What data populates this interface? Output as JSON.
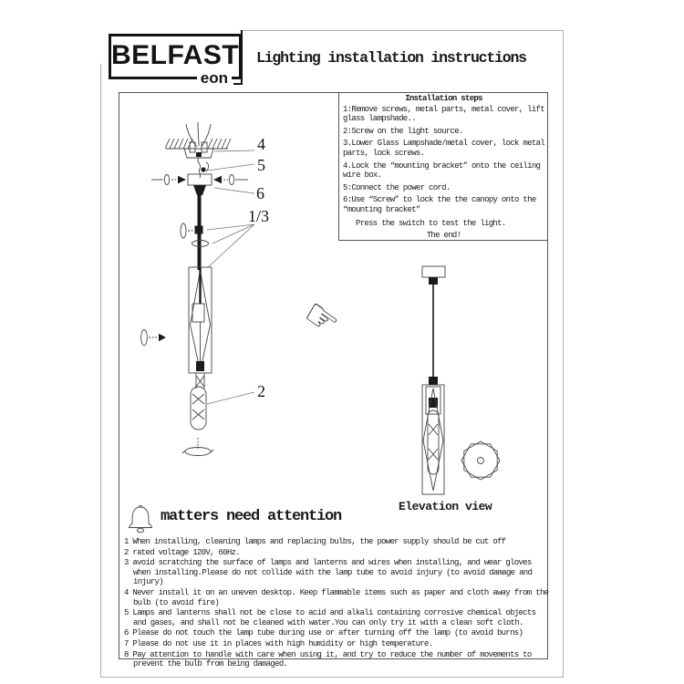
{
  "header": {
    "brand": "BELFAST",
    "brand_sub": "eon",
    "title": "Lighting installation instructions"
  },
  "steps_box": {
    "title": "Installation steps",
    "steps": [
      "1:Remove screws, metal parts, metal cover, lift glass lampshade..",
      "2:Screw on the light source.",
      "3.Lower Glass Lampshade/metal cover, lock metal parts, lock screws.",
      "4.Lock the “mounting bracket” onto the ceiling wire box.",
      "5:Connect the power cord.",
      "6:Use “Screw” to lock the  the canopy onto the “mounting bracket”"
    ],
    "press_note": "Press the switch to test the light.",
    "end_note": "The end!"
  },
  "diagram": {
    "callouts": [
      "4",
      "5",
      "6",
      "1/3",
      "2"
    ]
  },
  "elevation": {
    "caption": "Elevation view"
  },
  "attention": {
    "title": "matters need attention",
    "items": [
      "1 When installing, cleaning lamps and replacing bulbs, the power supply should be cut off",
      "2 rated voltage 120V, 60Hz.",
      "3 avoid scratching the surface of lamps and lanterns and wires when installing, and wear gloves when installing.Please do not collide with the lamp tube to avoid injury (to avoid damage and injury)",
      "4 Never install it on an uneven desktop. Keep flammable items such as paper and cloth away from the bulb (to avoid fire)",
      "5 Lamps and lanterns shall not be close to acid and alkali containing corrosive chemical objects and gases, and shall not be cleaned with water.You can only try it with a clean soft cloth.",
      "6 Please do not touch the lamp tube during use or after turning off the lamp (to avoid burns)",
      "7 Please do not use it in places with high humidity or high temperature.",
      "8 Pay attention to handle with care when using it, and try to reduce the number of movements to prevent the bulb from being damaged."
    ]
  },
  "icons": {
    "hand_glyph": "☞",
    "bell": "bell-icon",
    "hand": "pointing-hand-icon"
  },
  "colors": {
    "ink": "#1a1a1a",
    "frame_gray": "#b0b0b0"
  }
}
